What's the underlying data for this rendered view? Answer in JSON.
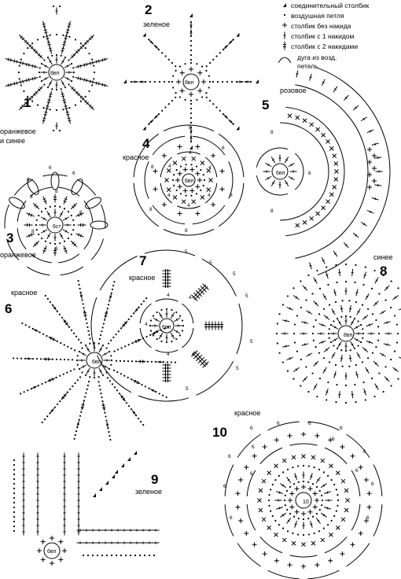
{
  "legend": [
    {
      "symbol": "slip-stitch",
      "text": "соединительный столбик"
    },
    {
      "symbol": "chain",
      "text": "воздушная петля"
    },
    {
      "symbol": "sc",
      "text": "столбик без накида"
    },
    {
      "symbol": "dc",
      "text": "столбик с 1 накидом"
    },
    {
      "symbol": "tr",
      "text": "столбик с 2 накидами"
    },
    {
      "symbol": "arc",
      "text": "дуга из возд."
    },
    {
      "symbol": "arc2",
      "text": "петель"
    }
  ],
  "motifs": [
    {
      "number": "1",
      "center": "8вп",
      "colors": [
        "оранжевое",
        "и   синее"
      ]
    },
    {
      "number": "2",
      "center": "8вп",
      "colors": [
        "зеленое"
      ]
    },
    {
      "number": "3",
      "center": "6ст",
      "colors": [
        "оранжевое"
      ]
    },
    {
      "number": "4",
      "center": "6вп",
      "colors": [
        "красное"
      ]
    },
    {
      "number": "5",
      "center": "6вп",
      "colors": [
        "розовое"
      ]
    },
    {
      "number": "6",
      "center": "6вп",
      "colors": [
        "красное"
      ]
    },
    {
      "number": "7",
      "center": "6вп",
      "colors": [
        "красное"
      ]
    },
    {
      "number": "8",
      "center": "8вп",
      "colors": [
        "синее"
      ]
    },
    {
      "number": "9",
      "center": "6вп",
      "colors": [
        "зеленое"
      ]
    },
    {
      "number": "10",
      "center": "10",
      "colors": [
        "красное"
      ]
    }
  ],
  "chain_counts": {
    "m3": [
      "6",
      "6",
      "6",
      "8",
      "8",
      "8",
      "8",
      "8"
    ],
    "m4": [
      "8",
      "8",
      "8",
      "8",
      "8",
      "8",
      "4",
      "4",
      "4",
      "4",
      "4",
      "4"
    ],
    "m5": [
      "8",
      "8",
      "8"
    ],
    "m7": [
      "5",
      "5",
      "5",
      "5",
      "5",
      "5",
      "5",
      "4",
      "4",
      "4",
      "4",
      "4"
    ],
    "m10": [
      "6",
      "6",
      "6",
      "6",
      "6",
      "6",
      "6",
      "6",
      "6",
      "6",
      "6",
      "6",
      "6",
      "6"
    ]
  }
}
